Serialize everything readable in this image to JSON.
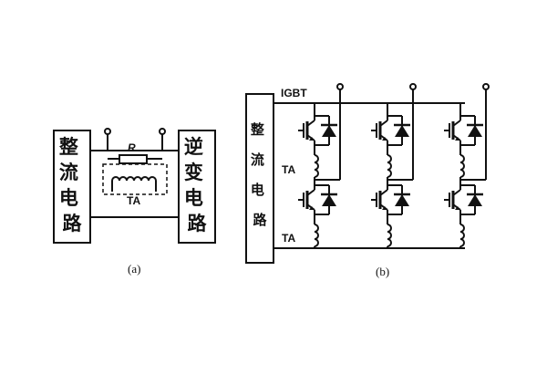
{
  "diagram_a": {
    "rectifier_label": "整流电路",
    "inverter_label": "逆变电路",
    "resistor_label": "R",
    "ct_label": "TA",
    "caption": "(a)"
  },
  "diagram_b": {
    "igbt_label": "IGBT",
    "rectifier_label": "整流电路",
    "ct_label_upper": "TA",
    "ct_label_lower": "TA",
    "caption": "(b)"
  },
  "colors": {
    "ink": "#111111",
    "background": "#ffffff"
  }
}
